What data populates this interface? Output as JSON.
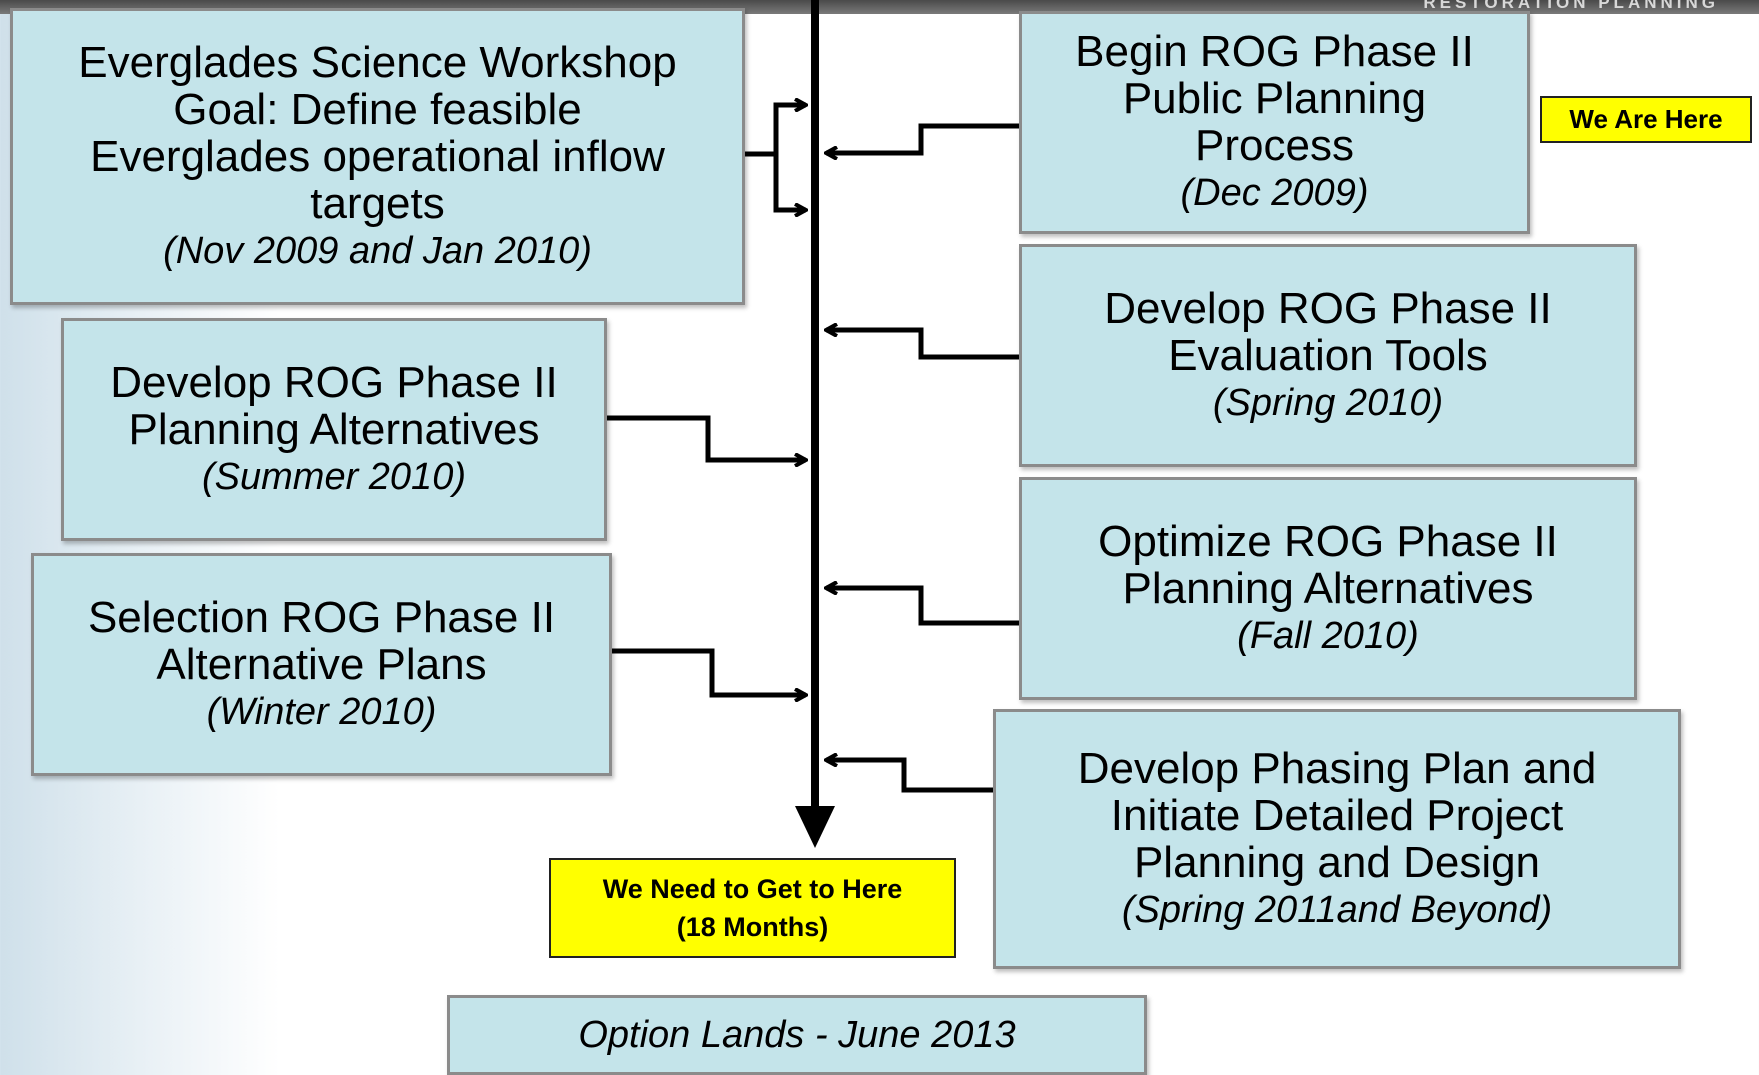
{
  "header": {
    "brand_text": "RESTORATION PLANNING"
  },
  "left_boxes": [
    {
      "lines": [
        "Everglades Science Workshop",
        "Goal: Define feasible",
        "Everglades operational inflow",
        "targets"
      ],
      "date": "(Nov 2009 and Jan 2010)"
    },
    {
      "lines": [
        "Develop ROG Phase II",
        "Planning Alternatives"
      ],
      "date": "(Summer 2010)"
    },
    {
      "lines": [
        "Selection ROG Phase II",
        "Alternative Plans"
      ],
      "date": "(Winter 2010)"
    }
  ],
  "right_boxes": [
    {
      "lines": [
        "Begin ROG Phase II",
        "Public Planning",
        "Process"
      ],
      "date": "(Dec 2009)"
    },
    {
      "lines": [
        "Develop ROG Phase II",
        "Evaluation Tools"
      ],
      "date": "(Spring 2010)"
    },
    {
      "lines": [
        "Optimize ROG Phase II",
        "Planning Alternatives"
      ],
      "date": "(Fall 2010)"
    },
    {
      "lines": [
        "Develop Phasing Plan and",
        "Initiate Detailed Project",
        "Planning and Design"
      ],
      "date": "(Spring 2011and Beyond)"
    }
  ],
  "notes": {
    "we_are_here": "We Are Here",
    "need_to_get_line1": "We Need to Get to Here",
    "need_to_get_line2": "(18 Months)"
  },
  "bottom_box": {
    "text": "Option Lands - June 2013"
  }
}
